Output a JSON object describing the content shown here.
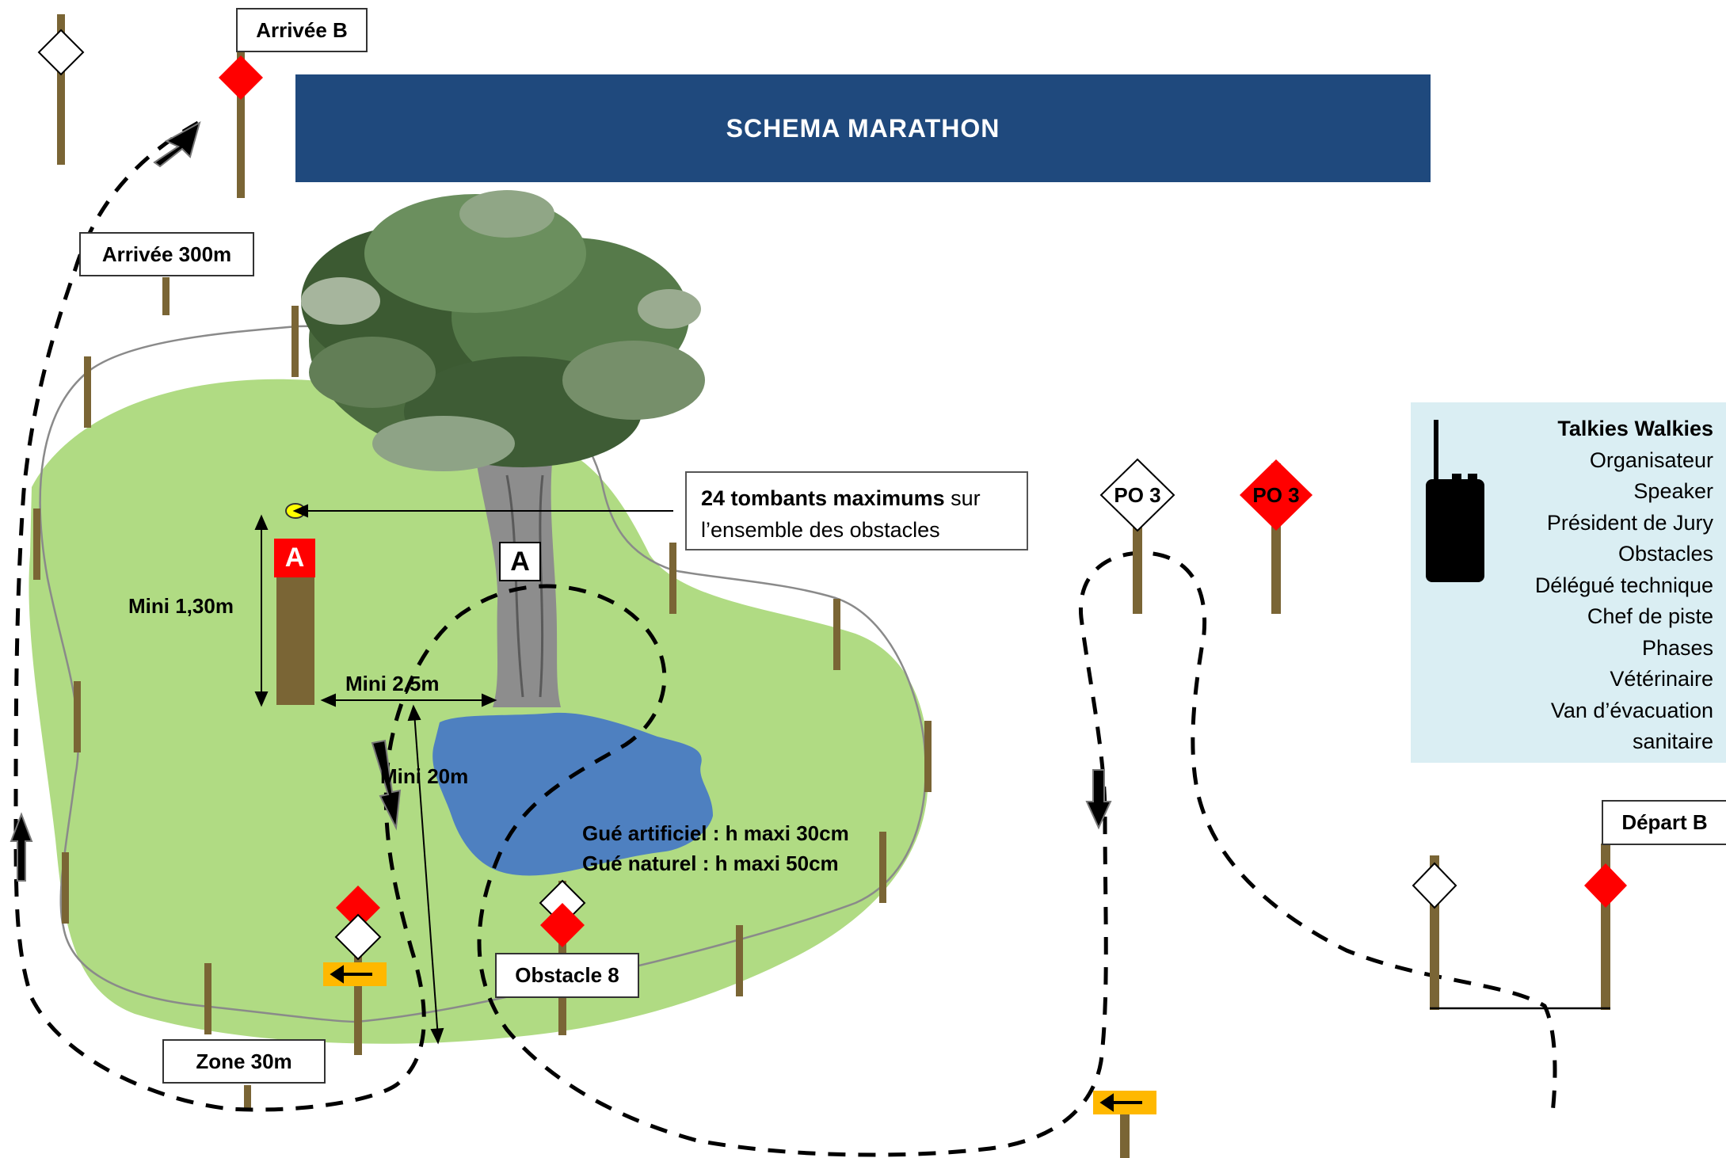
{
  "banner": {
    "title": "SCHEMA MARATHON"
  },
  "labels": {
    "arrivee_b": "Arrivée B",
    "arrivee_300": "Arrivée 300m",
    "zone_30": "Zone 30m",
    "obstacle_8": "Obstacle 8",
    "depart_b": "Départ B"
  },
  "callout": {
    "bold": "24 tombants maximums",
    "rest_1": " sur",
    "rest_2": "l’ensemble des obstacles"
  },
  "dimensions": {
    "height": "Mini 1,30m",
    "width": "Mini 2,5m",
    "distance": "Mini 20m"
  },
  "gue": {
    "artificiel": "Gué artificiel : h maxi 30cm",
    "naturel": "Gué naturel : h maxi 50cm"
  },
  "markers": {
    "a_red": "A",
    "a_white": "A",
    "po3_white": "PO 3",
    "po3_red": "PO 3"
  },
  "legend": {
    "title": "Talkies Walkies",
    "items": [
      "Organisateur",
      "Speaker",
      "Président de Jury",
      "Obstacles",
      "Délégué technique",
      "Chef de piste",
      "Phases",
      "Vétérinaire",
      "Van d’évacuation",
      "sanitaire"
    ]
  },
  "colors": {
    "banner": "#1F497D",
    "grass": "#B0DB83",
    "water": "#4E80C0",
    "post": "#7A6535",
    "flag_red": "#FF0000",
    "legend_bg": "#DAEEF3",
    "direction_sign": "#FFB800"
  }
}
